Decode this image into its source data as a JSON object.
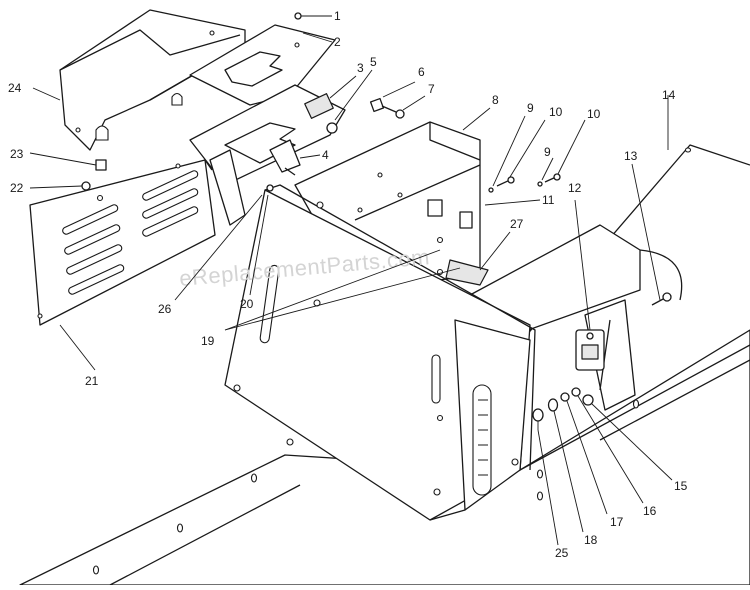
{
  "watermark": "eReplacementParts.com",
  "callouts": [
    {
      "id": "c1",
      "label": "1"
    },
    {
      "id": "c2",
      "label": "2"
    },
    {
      "id": "c3",
      "label": "3"
    },
    {
      "id": "c4",
      "label": "4"
    },
    {
      "id": "c5",
      "label": "5"
    },
    {
      "id": "c6",
      "label": "6"
    },
    {
      "id": "c7",
      "label": "7"
    },
    {
      "id": "c8",
      "label": "8"
    },
    {
      "id": "c9a",
      "label": "9"
    },
    {
      "id": "c9b",
      "label": "9"
    },
    {
      "id": "c10a",
      "label": "10"
    },
    {
      "id": "c10b",
      "label": "10"
    },
    {
      "id": "c11",
      "label": "11"
    },
    {
      "id": "c12",
      "label": "12"
    },
    {
      "id": "c13",
      "label": "13"
    },
    {
      "id": "c14",
      "label": "14"
    },
    {
      "id": "c15",
      "label": "15"
    },
    {
      "id": "c16",
      "label": "16"
    },
    {
      "id": "c17",
      "label": "17"
    },
    {
      "id": "c18",
      "label": "18"
    },
    {
      "id": "c19",
      "label": "19"
    },
    {
      "id": "c20",
      "label": "20"
    },
    {
      "id": "c21",
      "label": "21"
    },
    {
      "id": "c22",
      "label": "22"
    },
    {
      "id": "c23",
      "label": "23"
    },
    {
      "id": "c24",
      "label": "24"
    },
    {
      "id": "c25",
      "label": "25"
    },
    {
      "id": "c26",
      "label": "26"
    },
    {
      "id": "c27",
      "label": "27"
    }
  ]
}
